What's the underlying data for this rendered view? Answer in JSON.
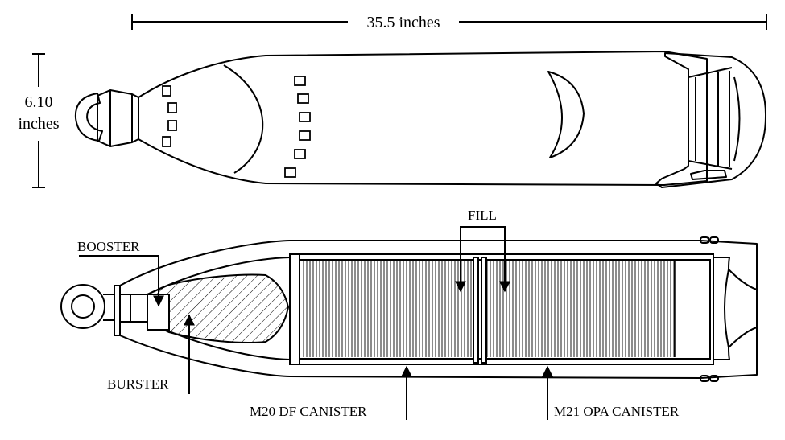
{
  "dimensions": {
    "length": "35.5 inches",
    "diameter_value": "6.10",
    "diameter_unit": "inches"
  },
  "labels": {
    "fill": "FILL",
    "booster": "BOOSTER",
    "burster": "BURSTER",
    "m20": "M20 DF CANISTER",
    "m21": "M21 OPA CANISTER"
  },
  "colors": {
    "line": "#000000",
    "background": "#ffffff"
  }
}
